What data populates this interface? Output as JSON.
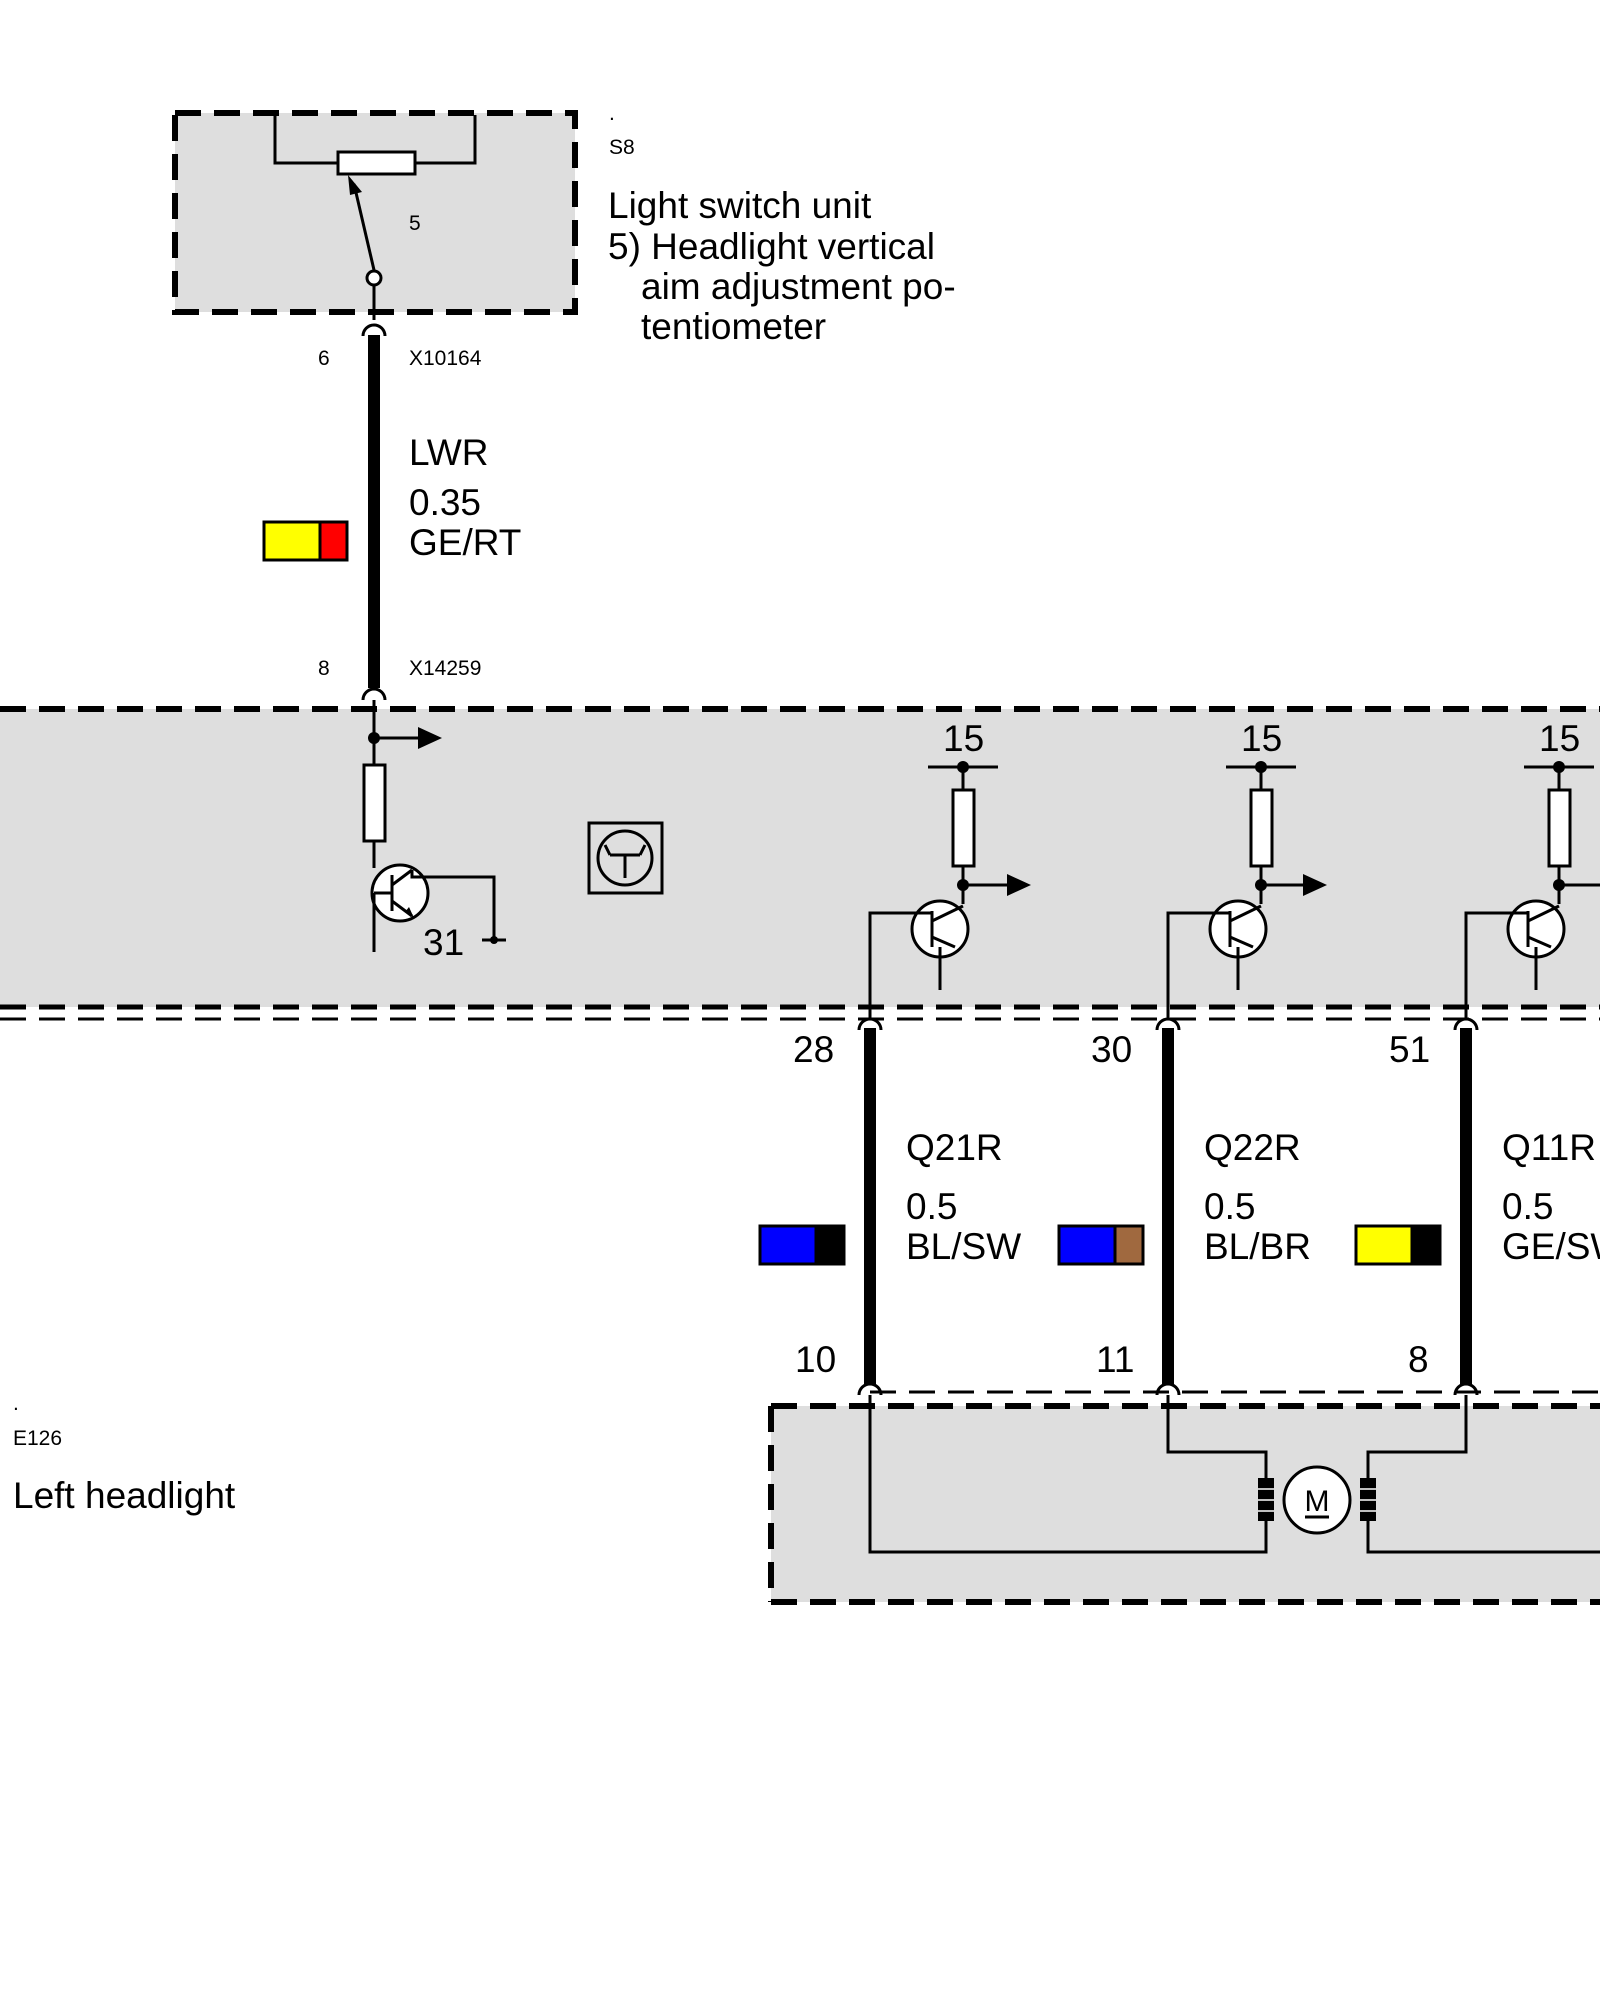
{
  "components": {
    "s8": {
      "dot": ".",
      "code": "S8",
      "title": "Light switch unit",
      "desc_line1": "5) Headlight vertical",
      "desc_line2": "aim adjustment po-",
      "desc_line3": "tentiometer",
      "inner_pin": "5"
    },
    "e126": {
      "dot": ".",
      "code": "E126",
      "title": "Left headlight",
      "motor_symbol": "M"
    }
  },
  "wires": {
    "lwr": {
      "name": "LWR",
      "gauge": "0.35",
      "color_code": "GE/RT",
      "colors": [
        "#ffff00",
        "#ff0000"
      ],
      "top_pin": "6",
      "top_connector": "X10164",
      "bottom_pin": "8",
      "bottom_connector": "X14259"
    },
    "q21r": {
      "name": "Q21R",
      "gauge": "0.5",
      "color_code": "BL/SW",
      "colors": [
        "#0000ff",
        "#000000"
      ],
      "top_pin": "28",
      "bottom_pin": "10"
    },
    "q22r": {
      "name": "Q22R",
      "gauge": "0.5",
      "color_code": "BL/BR",
      "colors": [
        "#0000ff",
        "#a0693f"
      ],
      "top_pin": "30",
      "bottom_pin": "11"
    },
    "q11r": {
      "name": "Q11R",
      "gauge": "0.5",
      "color_code": "GE/SW",
      "colors": [
        "#ffff00",
        "#000000"
      ],
      "top_pin": "51",
      "bottom_pin": "8"
    }
  },
  "module": {
    "supply_labels": [
      "15",
      "15",
      "15"
    ],
    "ground_label": "31"
  }
}
